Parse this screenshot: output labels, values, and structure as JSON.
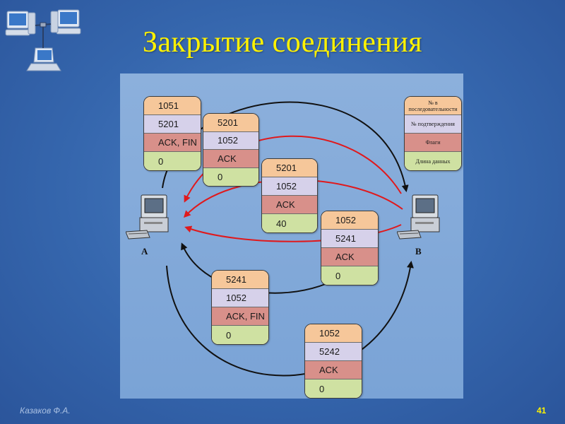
{
  "title": "Закрытие соединения",
  "footer": {
    "author": "Казаков Ф.А.",
    "page": "41"
  },
  "nodes": {
    "a": "A",
    "b": "B"
  },
  "legend": {
    "seq": "№ в последовательности",
    "ack": "№ подтверждения",
    "flags": "Флаги",
    "len": "Длина данных"
  },
  "packets": [
    {
      "seq": "1051",
      "ack": "5201",
      "flags": "ACK, FIN",
      "len": "0"
    },
    {
      "seq": "5201",
      "ack": "1052",
      "flags": "ACK",
      "len": "0"
    },
    {
      "seq": "5201",
      "ack": "1052",
      "flags": "ACK",
      "len": "40"
    },
    {
      "seq": "1052",
      "ack": "5241",
      "flags": "ACK",
      "len": "0"
    },
    {
      "seq": "5241",
      "ack": "1052",
      "flags": "ACK, FIN",
      "len": "0"
    },
    {
      "seq": "1052",
      "ack": "5242",
      "flags": "ACK",
      "len": "0"
    }
  ],
  "colors": {
    "title": "#fff200",
    "red_arrow": "#e0191c",
    "black_arrow": "#111111"
  }
}
